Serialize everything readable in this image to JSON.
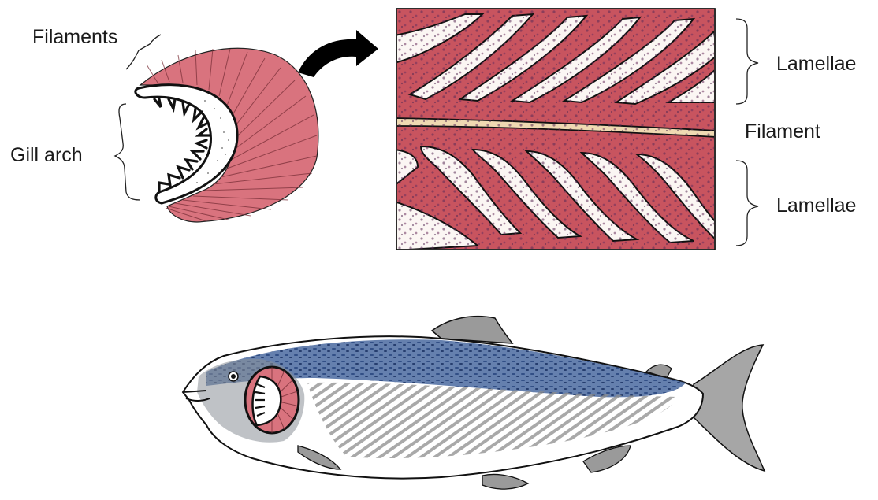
{
  "labels": {
    "filaments": "Filaments",
    "gill_arch": "Gill arch",
    "lamellae_top": "Lamellae",
    "filament": "Filament",
    "lamellae_bottom": "Lamellae"
  },
  "colors": {
    "gill_pink": "#d9737e",
    "tissue_red": "#c8545f",
    "nuclei": "#5a2a55",
    "core_cream": "#efd9b2",
    "fish_blue": "#3f5f95",
    "fish_gray": "#9a9a9a",
    "outline": "#111111",
    "arrow": "#000000"
  }
}
